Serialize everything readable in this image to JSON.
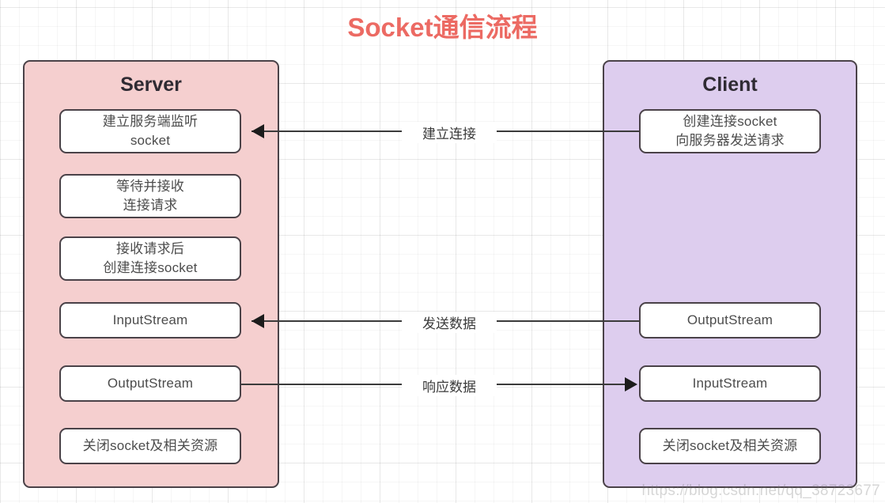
{
  "title": "Socket通信流程",
  "colors": {
    "title": "#ec6a63",
    "server_panel": "#f5cfcf",
    "client_panel": "#ddcdee",
    "border": "#4a4248",
    "node_fill": "#ffffff",
    "connector": "#3b3b3b",
    "grid": "#f0f0f0"
  },
  "server": {
    "title": "Server",
    "nodes": [
      {
        "line1": "建立服务端监听",
        "line2": "socket"
      },
      {
        "line1": "等待并接收",
        "line2": "连接请求"
      },
      {
        "line1": "接收请求后",
        "line2": "创建连接socket"
      },
      {
        "line1": "InputStream",
        "line2": ""
      },
      {
        "line1": "OutputStream",
        "line2": ""
      },
      {
        "line1": "关闭socket及相关资源",
        "line2": ""
      }
    ]
  },
  "client": {
    "title": "Client",
    "nodes": [
      {
        "line1": "创建连接socket",
        "line2": "向服务器发送请求"
      },
      {
        "line1": "OutputStream",
        "line2": ""
      },
      {
        "line1": "InputStream",
        "line2": ""
      },
      {
        "line1": "关闭socket及相关资源",
        "line2": ""
      }
    ]
  },
  "connections": [
    {
      "label": "建立连接",
      "direction": "right-to-left"
    },
    {
      "label": "发送数据",
      "direction": "right-to-left"
    },
    {
      "label": "响应数据",
      "direction": "left-to-right"
    }
  ],
  "watermark": "https://blog.csdn.net/qq_38723677"
}
